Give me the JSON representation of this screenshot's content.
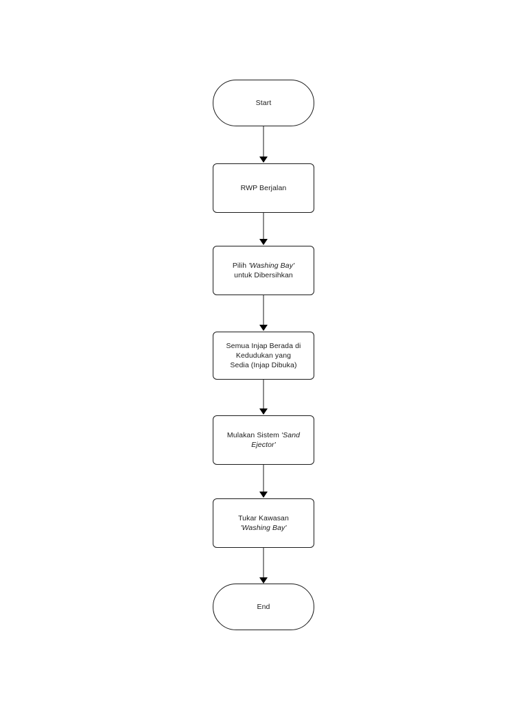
{
  "diagram": {
    "type": "flowchart",
    "orientation": "vertical",
    "background_color": "#ffffff",
    "node_border_color": "#1a1a1a",
    "connector_color": "#8c8c8c",
    "arrowhead_color": "#000000",
    "nodes": [
      {
        "id": "start",
        "shape": "terminator",
        "label": "Start"
      },
      {
        "id": "rwp-berjalan",
        "shape": "process",
        "label": "RWP Berjalan"
      },
      {
        "id": "pilih-washing-bay",
        "shape": "process",
        "label_line1_plain": "Pilih ",
        "label_line1_italic": "'Washing Bay'",
        "label_line2_plain": "untuk Dibersihkan"
      },
      {
        "id": "semua-injap",
        "shape": "process",
        "label": "Semua Injap Berada di\nKedudukan yang\nSedia (Injap Dibuka)"
      },
      {
        "id": "mulakan-sand-ejector",
        "shape": "process",
        "label_plain": "Mulakan Sistem ",
        "label_italic": "'Sand Ejector'"
      },
      {
        "id": "tukar-kawasan",
        "shape": "process",
        "label_line1_plain": "Tukar Kawasan",
        "label_line2_italic": "'Washing Bay'"
      },
      {
        "id": "end",
        "shape": "terminator",
        "label": "End"
      }
    ],
    "connectors": [
      {
        "id": "start-to-rwp",
        "from": "start",
        "to": "rwp-berjalan"
      },
      {
        "id": "rwp-to-pilih",
        "from": "rwp-berjalan",
        "to": "pilih-washing-bay"
      },
      {
        "id": "pilih-to-injap",
        "from": "pilih-washing-bay",
        "to": "semua-injap"
      },
      {
        "id": "injap-to-mulakan",
        "from": "semua-injap",
        "to": "mulakan-sand-ejector"
      },
      {
        "id": "mulakan-to-tukar",
        "from": "mulakan-sand-ejector",
        "to": "tukar-kawasan"
      },
      {
        "id": "tukar-to-end",
        "from": "tukar-kawasan",
        "to": "end"
      }
    ]
  }
}
